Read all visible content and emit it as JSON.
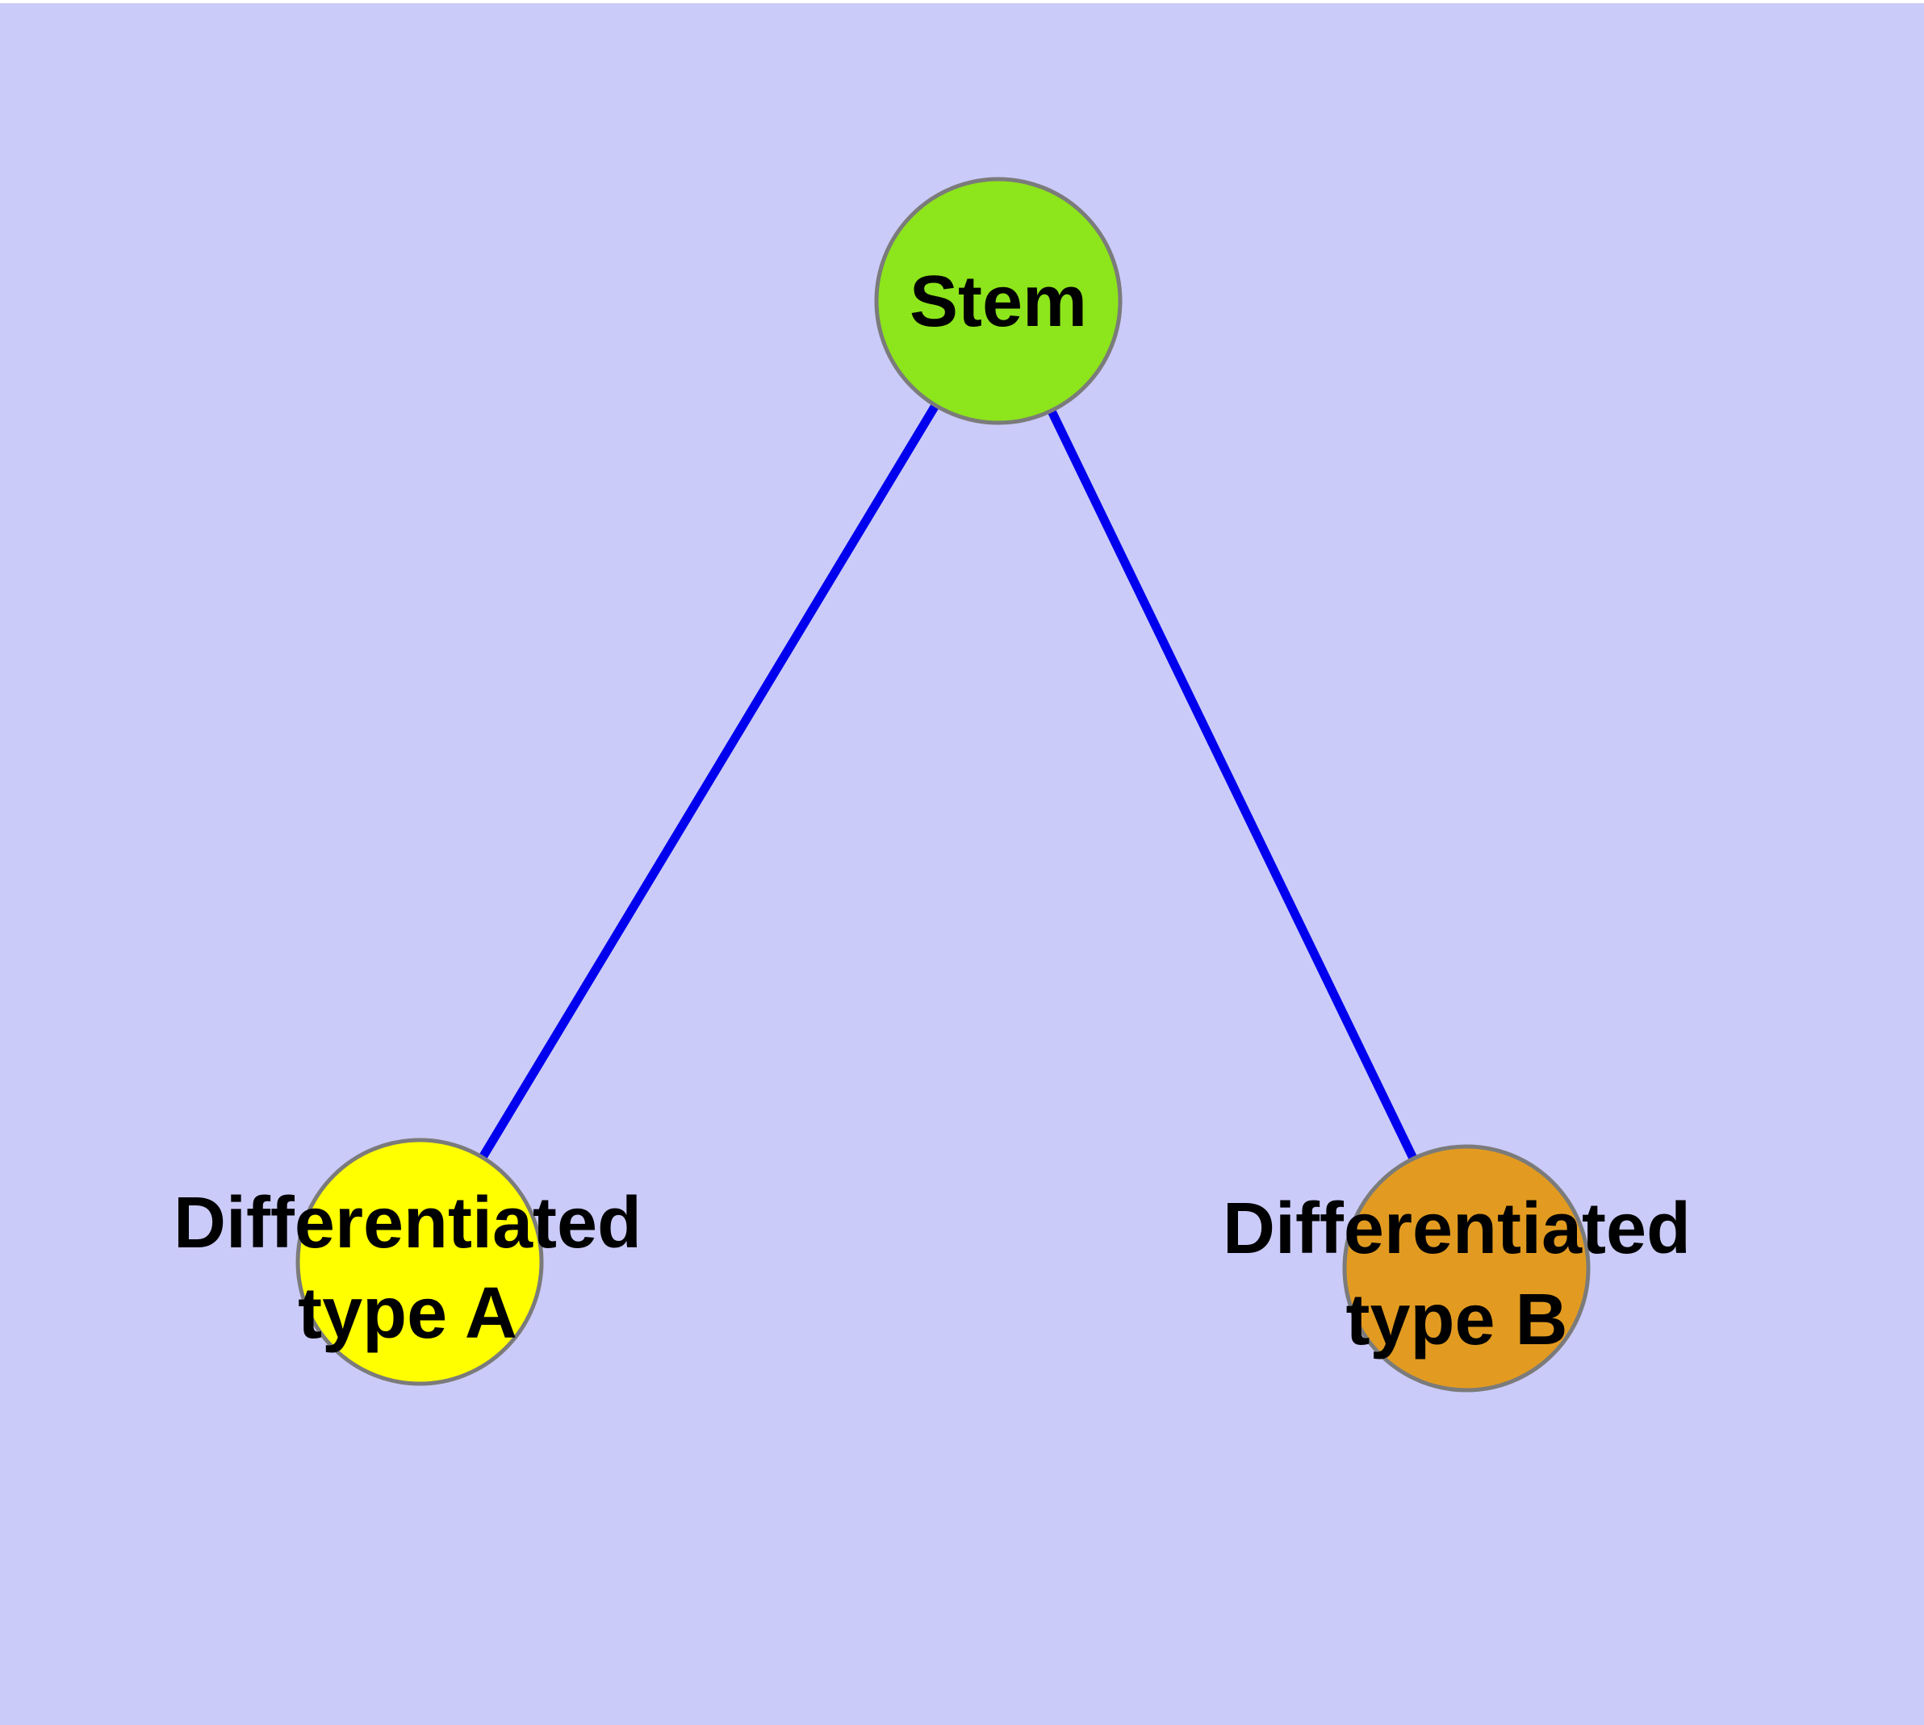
{
  "diagram": {
    "background_color": "#cbcbf9",
    "edge_color": "#0000ee",
    "node_border_color": "#7b7b7b",
    "label_color": "#000000",
    "nodes": {
      "stem": {
        "label": "Stem",
        "fill_color": "#8de51b"
      },
      "type_a": {
        "label_line1": "Differentiated",
        "label_line2": "type A",
        "fill_color": "#ffff00"
      },
      "type_b": {
        "label_line1": "Differentiated",
        "label_line2": "type B",
        "fill_color": "#e29b20"
      }
    },
    "edges": [
      {
        "from": "Stem",
        "to": "Differentiated type A"
      },
      {
        "from": "Stem",
        "to": "Differentiated type B"
      }
    ]
  }
}
